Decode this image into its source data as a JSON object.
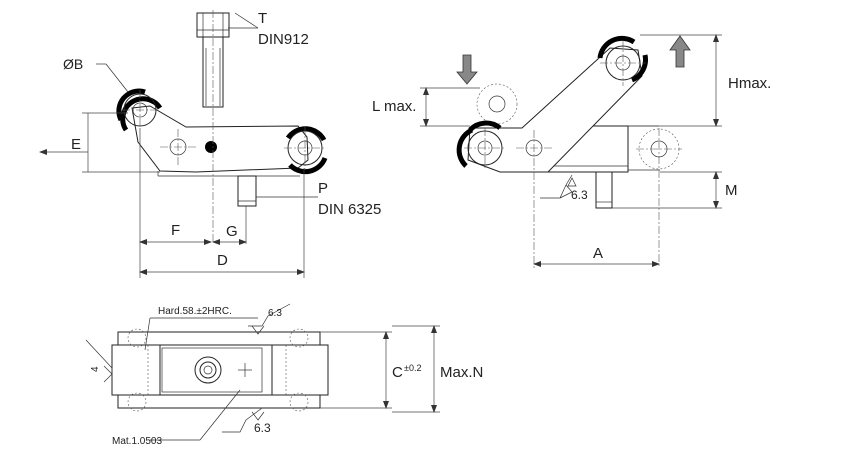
{
  "labels": {
    "T": "T",
    "DIN912": "DIN912",
    "OB": "ØB",
    "E": "E",
    "P": "P",
    "DIN6325": "DIN 6325",
    "F": "F",
    "G": "G",
    "D": "D",
    "Lmax": "L max.",
    "Hmax": "Hmax.",
    "roughness_side": "6.3",
    "M": "M",
    "A": "A",
    "hard": "Hard.58.±2HRC.",
    "roughness_top": "6.3",
    "four": "4",
    "C": "C",
    "tol": "±0.2",
    "MaxN": "Max.N",
    "mat": "Mat.1.0503",
    "roughness_bottom": "6.3"
  },
  "colors": {
    "line": "#222222",
    "arrow_fill": "#888888"
  }
}
